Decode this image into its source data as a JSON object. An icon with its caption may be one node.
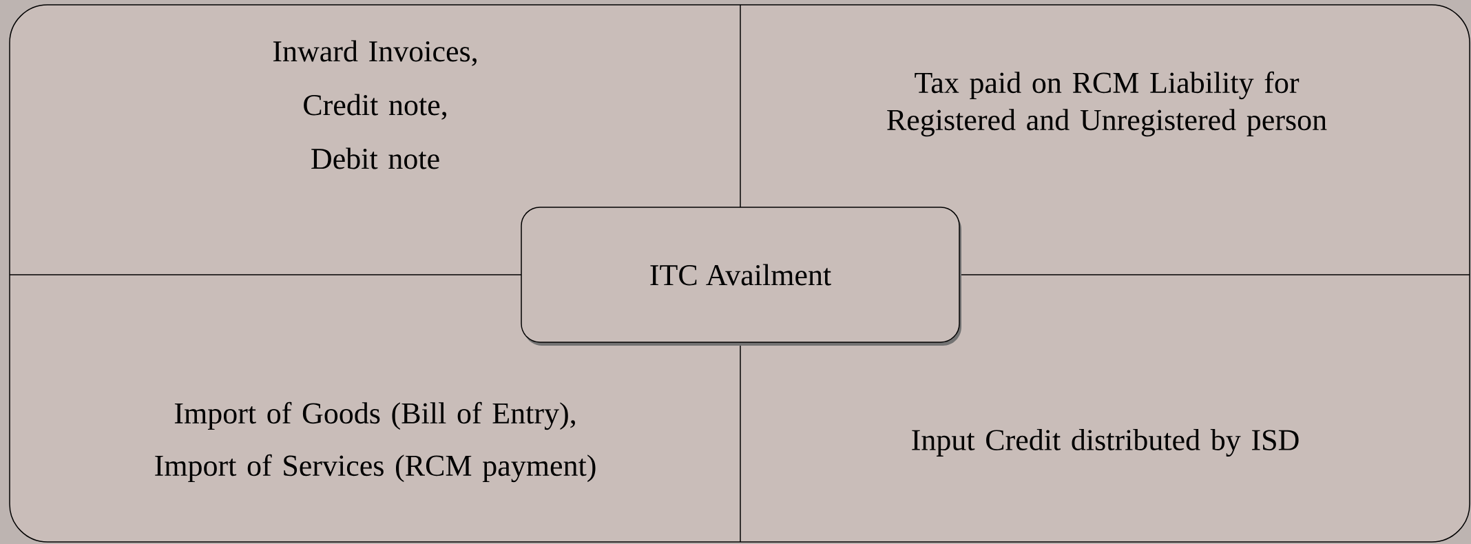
{
  "diagram": {
    "nodes": [
      {
        "text": [],
        "shape": "box"
      },
      {
        "text": [
          "Inward Invoices,",
          "Credit note,",
          "Debit note"
        ],
        "in": 0
      },
      {
        "text": [
          "Tax paid on RCM Liability for Registered and Unregistered person"
        ],
        "in": 0
      },
      {
        "text": [
          "Import of Goods (Bill of Entry),",
          "Import of  Services (RCM payment)"
        ],
        "in": 0
      },
      {
        "text": [
          "Input Credit distributed by ISD"
        ],
        "in": 0
      },
      {
        "text": [
          "ITC Availment"
        ],
        "in": 0
      }
    ]
  }
}
